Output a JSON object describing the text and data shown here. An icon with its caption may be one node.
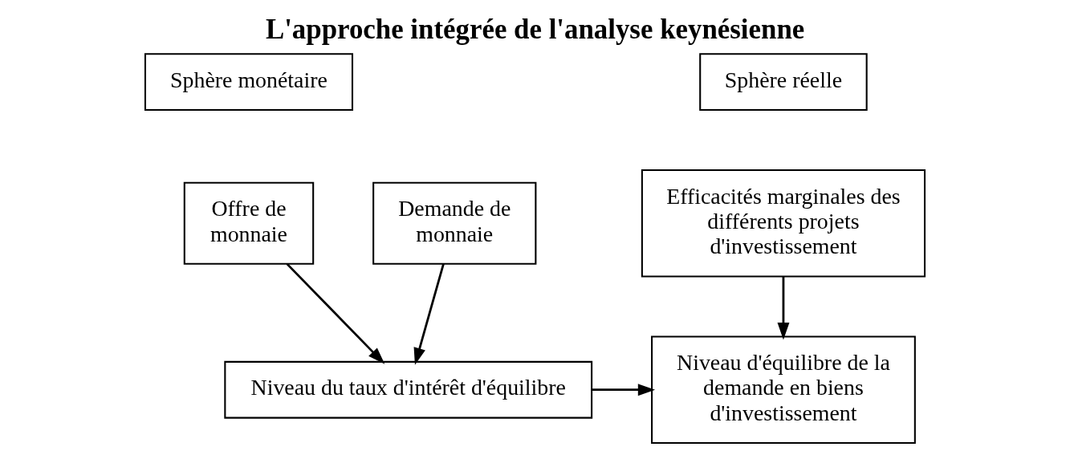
{
  "diagram": {
    "title": "L'approche intégrée de l'analyse keynésienne",
    "nodes": [
      {
        "text": [
          "Sphère monétaire"
        ]
      },
      {
        "text": [
          "Sphère réelle"
        ]
      },
      {
        "text": [
          "Offre de monnaie"
        ]
      },
      {
        "text": [
          "Demande de monnaie"
        ]
      },
      {
        "text": [
          "Efficacités marginales des différents projets d'investissement"
        ]
      },
      {
        "text": [
          "Niveau du taux d'intérêt d'équilibre"
        ]
      },
      {
        "text": [
          "Niveau d'équilibre de la demande en biens d'investissement"
        ]
      }
    ],
    "edges": [
      {
        "from": 2,
        "to": 5,
        "arrow": "to"
      },
      {
        "from": 3,
        "to": 5,
        "arrow": "to"
      },
      {
        "from": 5,
        "to": 6,
        "arrow": "to"
      },
      {
        "from": 4,
        "to": 6,
        "arrow": "to"
      }
    ]
  }
}
